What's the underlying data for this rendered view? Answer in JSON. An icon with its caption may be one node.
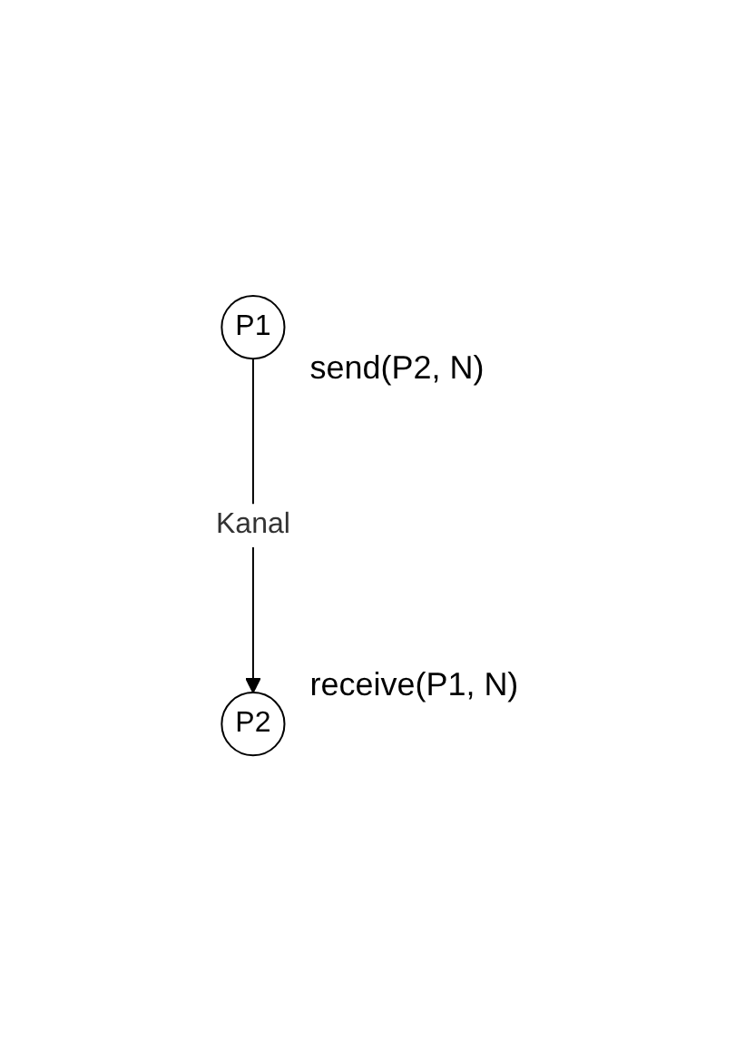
{
  "diagram": {
    "nodes": [
      {
        "text": [
          "P1"
        ],
        "beside": [
          "send(P2, N)"
        ]
      },
      {
        "text": [
          "P2"
        ],
        "beside": [
          "receive(P1, N)"
        ]
      }
    ],
    "edges": [
      {
        "from": 0,
        "to": 1,
        "arrow": "to",
        "label": "Kanal"
      }
    ]
  }
}
